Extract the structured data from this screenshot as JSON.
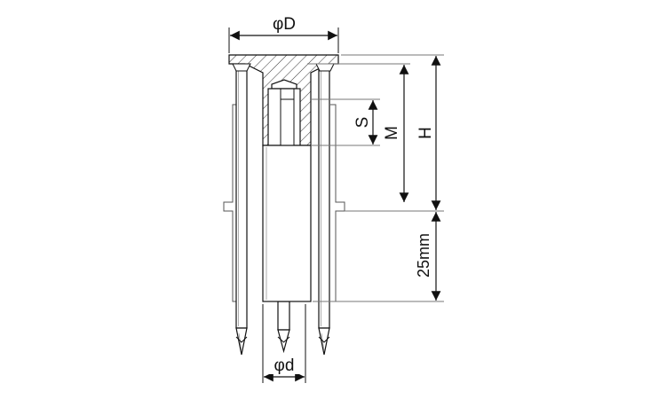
{
  "diagram": {
    "labels": {
      "head_diameter": "φD",
      "pin_diameter": "φd",
      "s": "S",
      "m": "M",
      "h": "H",
      "length": "25mm"
    },
    "colors": {
      "line": "#111111",
      "light_line": "#666666",
      "fill": "#ffffff",
      "hatch": "#333333"
    }
  }
}
